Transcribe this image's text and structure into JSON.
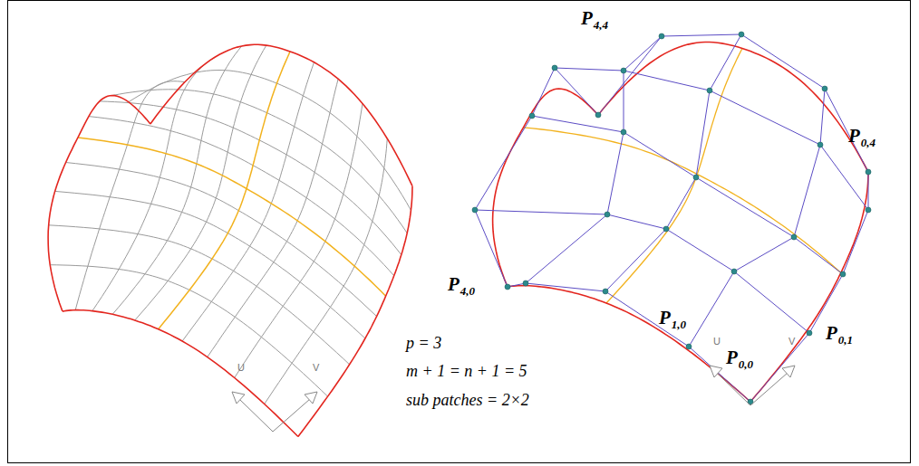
{
  "diagram": {
    "labels": [
      "P",
      "4,4",
      "P",
      "0,4",
      "P",
      "4,0",
      "P",
      "1,0",
      "P",
      "0,1",
      "P",
      "0,0",
      "p = 3",
      "m + 1 = n + 1 = 5",
      "sub patches = 2×2",
      "U",
      "V",
      "U",
      "V"
    ]
  }
}
